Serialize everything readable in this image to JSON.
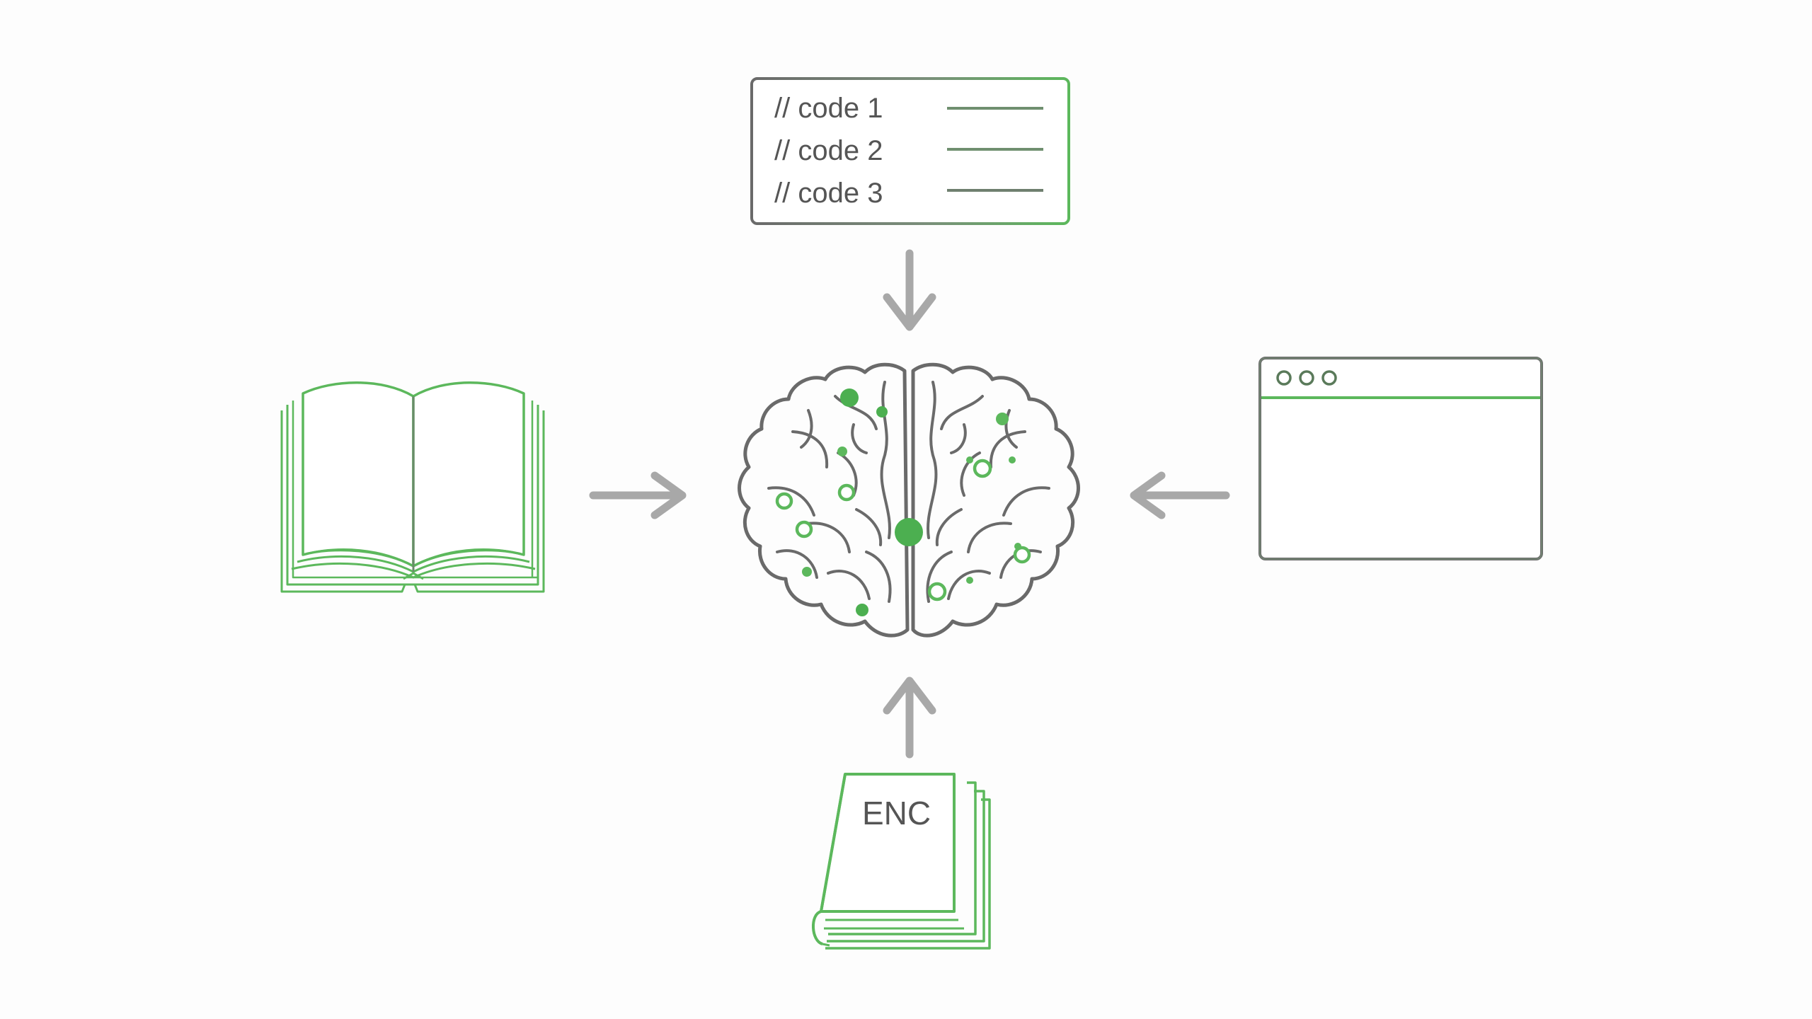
{
  "diagram": {
    "code_panel": {
      "lines": [
        "// code 1",
        "// code 2",
        "// code 3"
      ]
    },
    "encyclopedia": {
      "label": "ENC"
    },
    "icons": {
      "open_book": "open-book-icon",
      "brain": "brain-icon",
      "browser_window": "browser-window-icon",
      "encyclopedia": "encyclopedia-book-icon"
    },
    "colors": {
      "green": "#5cb85c",
      "green_dark": "#4caf50",
      "gray_stroke": "#6a6a6a",
      "arrow_gray": "#a8a8a8",
      "background": "#fdfdfd"
    }
  }
}
